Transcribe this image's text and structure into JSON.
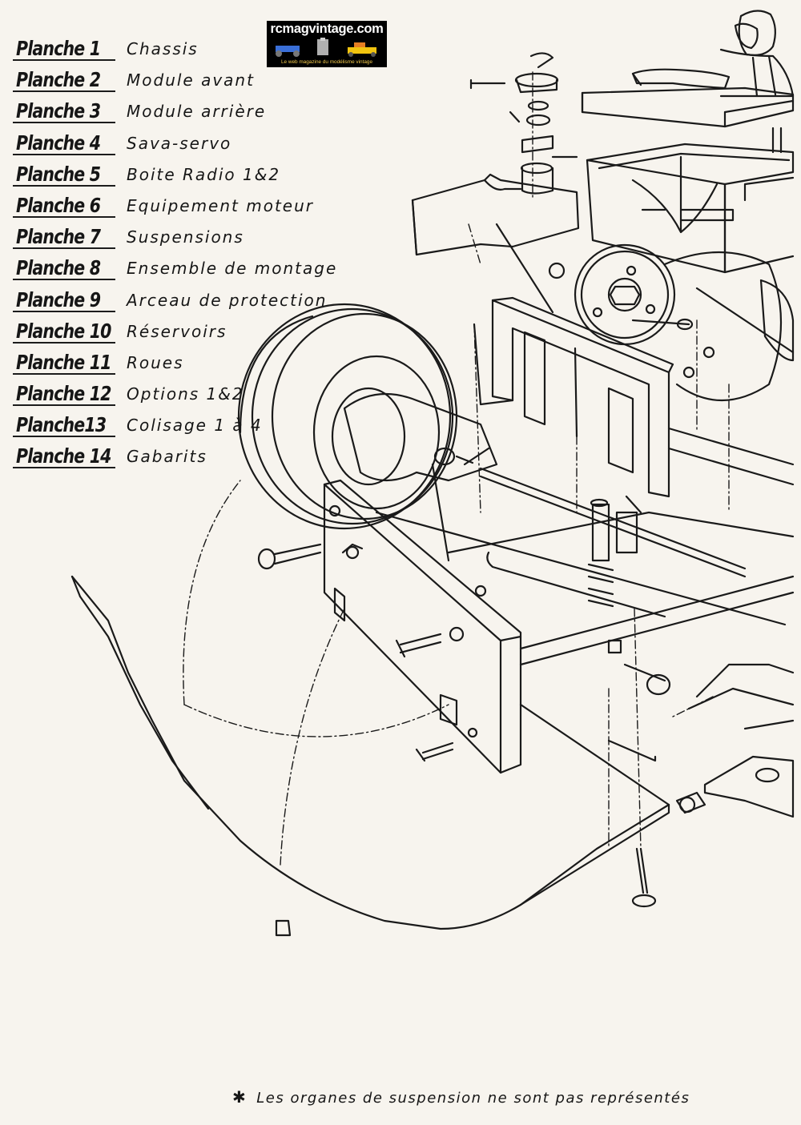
{
  "logo": {
    "brand": "rcmagvintage.com",
    "tagline": "Le web magazine du modélisme vintage"
  },
  "plates": [
    {
      "number": "Planche 1",
      "title": "Chassis"
    },
    {
      "number": "Planche 2",
      "title": "Module avant"
    },
    {
      "number": "Planche 3",
      "title": "Module arrière"
    },
    {
      "number": "Planche 4",
      "title": "Sava-servo"
    },
    {
      "number": "Planche 5",
      "title": "Boite Radio 1&2"
    },
    {
      "number": "Planche 6",
      "title": "Equipement moteur"
    },
    {
      "number": "Planche 7",
      "title": "Suspensions"
    },
    {
      "number": "Planche 8",
      "title": "Ensemble de montage"
    },
    {
      "number": "Planche 9",
      "title": "Arceau de protection"
    },
    {
      "number": "Planche 10",
      "title": "Réservoirs"
    },
    {
      "number": "Planche 11",
      "title": "Roues"
    },
    {
      "number": "Planche 12",
      "title": "Options 1&2"
    },
    {
      "number": "Planche13",
      "title": "Colisage 1 à 4"
    },
    {
      "number": "Planche 14",
      "title": "Gabarits"
    }
  ],
  "footnote": {
    "marker": "✱",
    "text": "Les organes de suspension ne sont pas représentés"
  }
}
